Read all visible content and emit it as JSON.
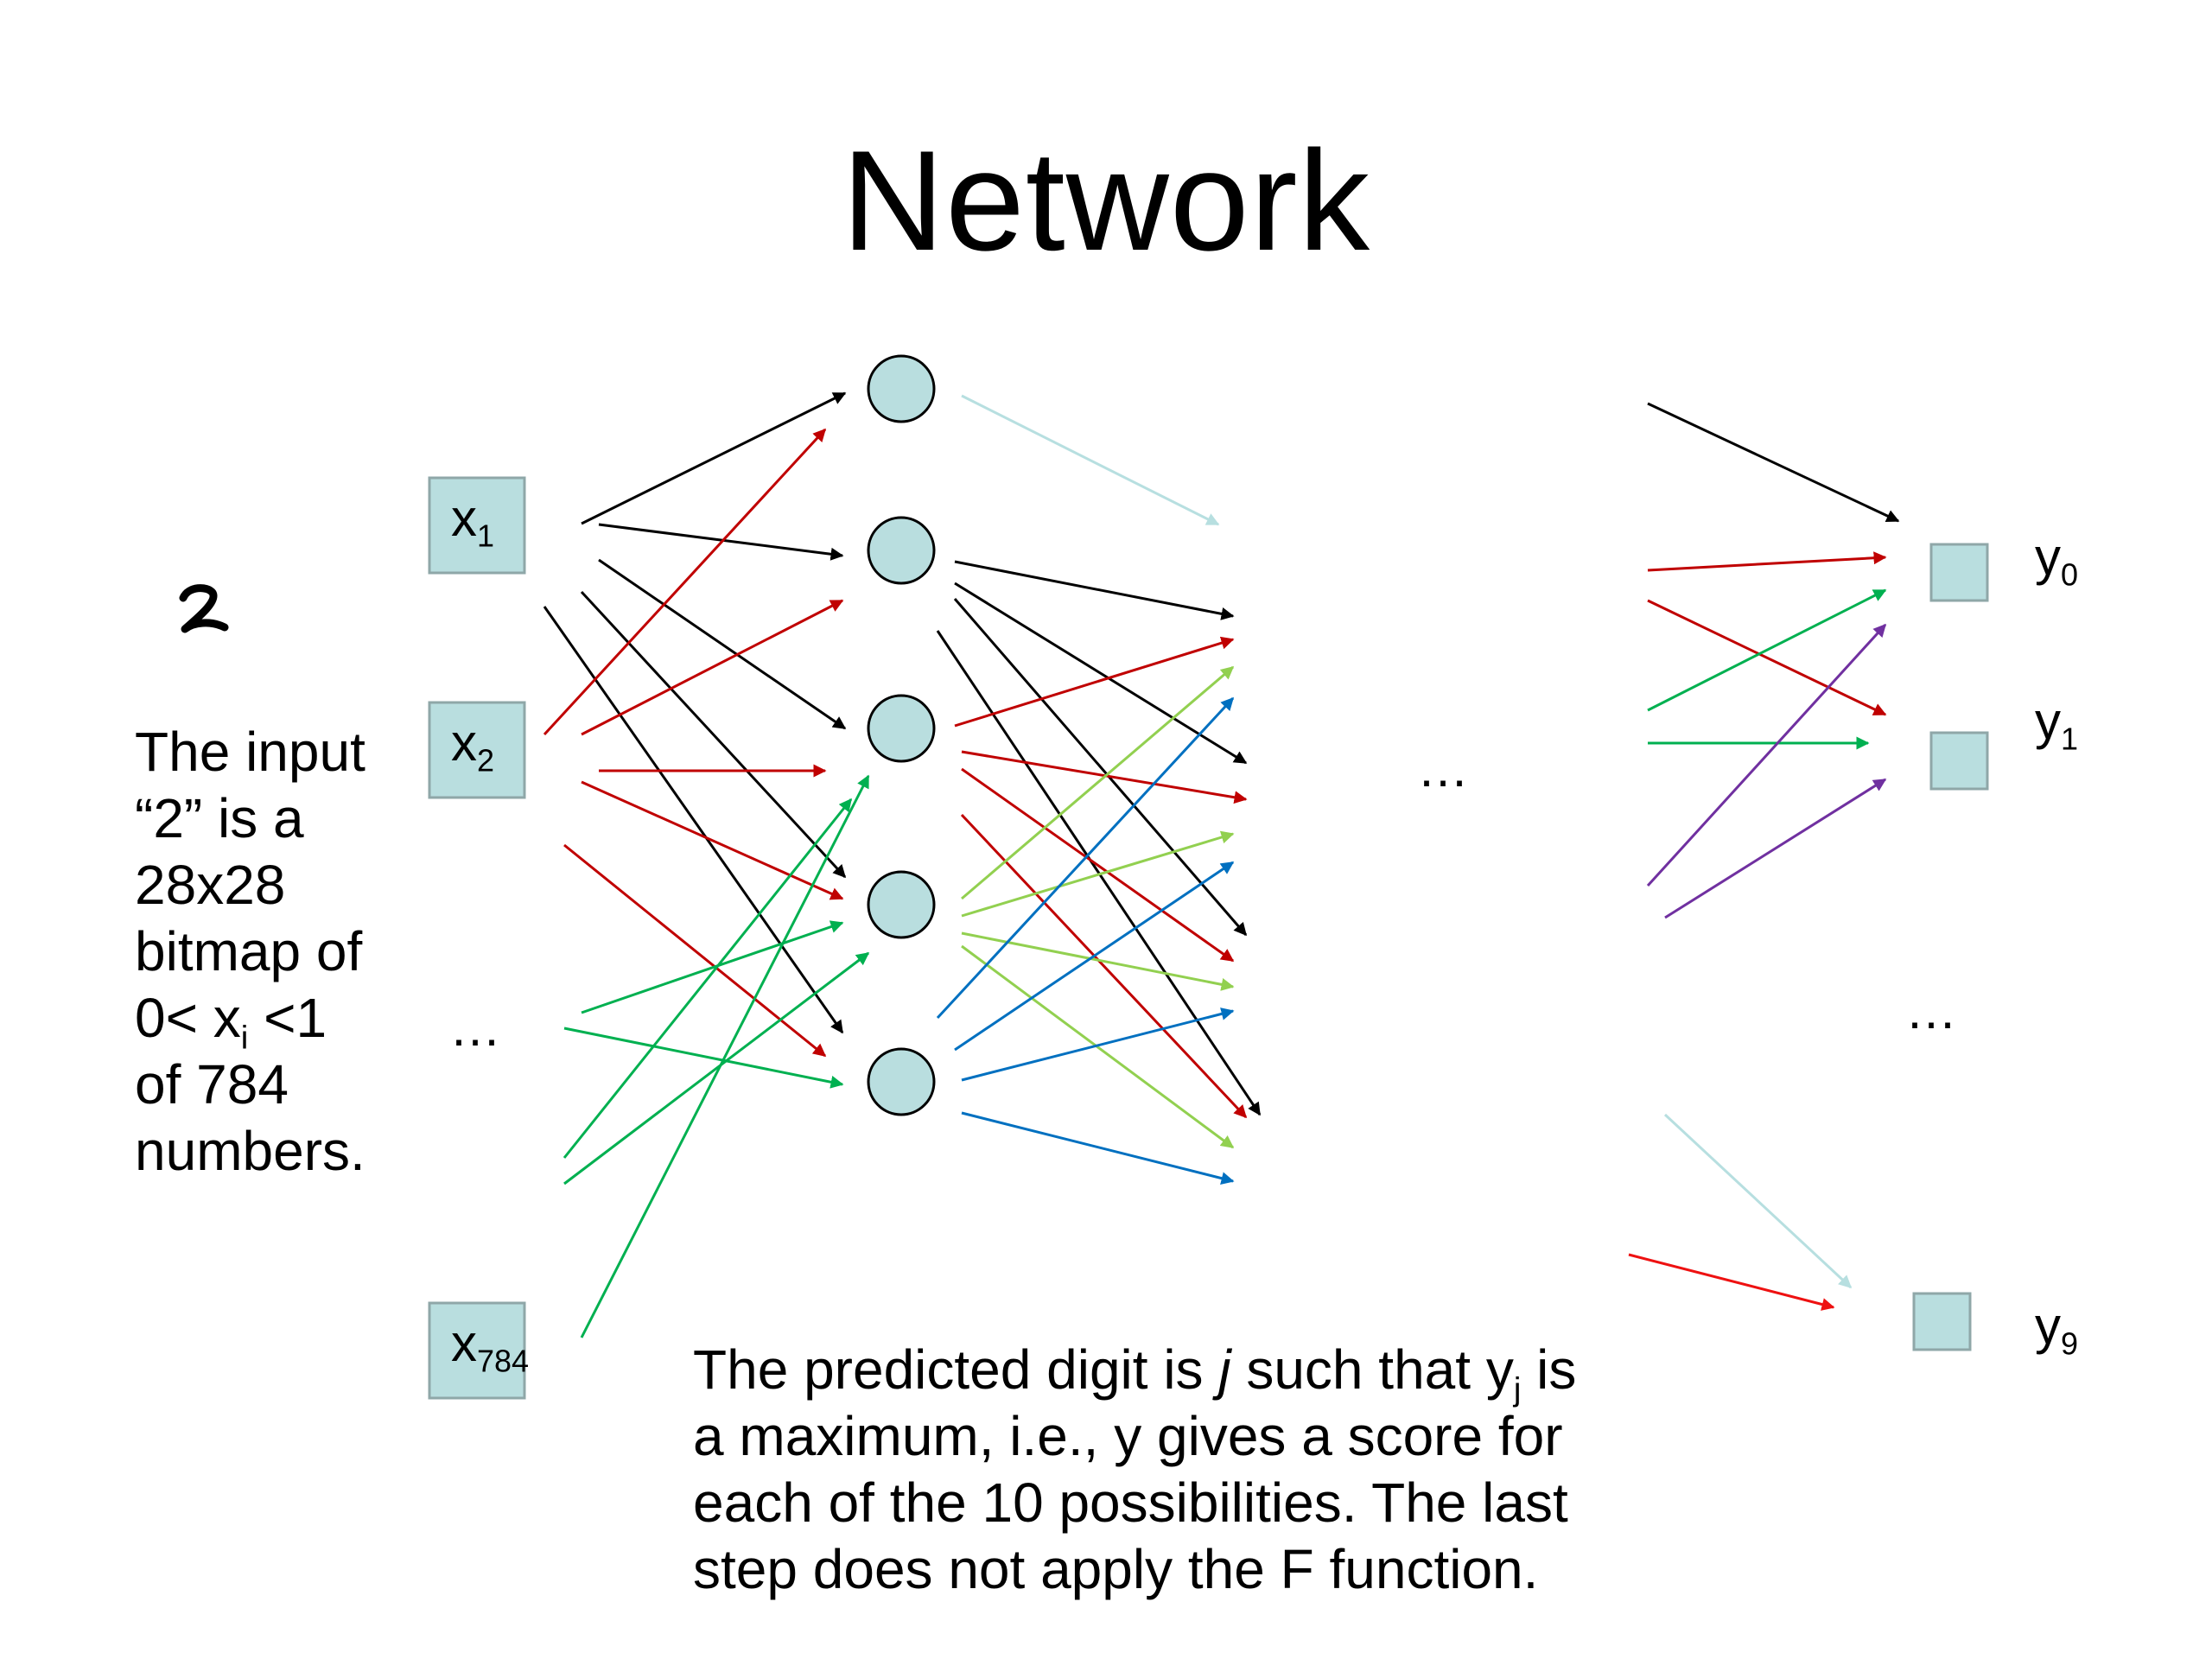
{
  "title": "Network",
  "input_description": {
    "lines": [
      "The input",
      "“2” is a",
      "28x28",
      "bitmap of"
    ],
    "range_prefix": "0< x",
    "range_sub": "i",
    "range_suffix": " <1",
    "lines_after": [
      "of 784",
      "numbers."
    ]
  },
  "input_nodes": [
    {
      "base": "x",
      "sub": "1"
    },
    {
      "base": "x",
      "sub": "2"
    },
    {
      "base": "x",
      "sub": "784"
    }
  ],
  "input_ellipsis": "…",
  "hidden_ellipsis": "…",
  "output_ellipsis": "…",
  "output_nodes": [
    {
      "base": "y",
      "sub": "0"
    },
    {
      "base": "y",
      "sub": "1"
    },
    {
      "base": "y",
      "sub": "9"
    }
  ],
  "prediction_text": {
    "part1": "The predicted digit is ",
    "var": "j",
    "part2": " such that y",
    "sub": "j",
    "part3": " is",
    "line2": "a maximum, i.e., y gives a score for",
    "line3": "each of the 10 possibilities.  The last",
    "line4": "step does not apply the F function."
  },
  "input_digit_image": "handwritten-digit-2",
  "colors": {
    "node_fill": "#b9dedf",
    "black": "#000000",
    "red": "#c00000",
    "bright_red": "#ee1111",
    "green": "#00b050",
    "light_green": "#92d050",
    "blue": "#0070c0",
    "purple": "#7030a0",
    "light_cyan": "#b7dfe0"
  }
}
